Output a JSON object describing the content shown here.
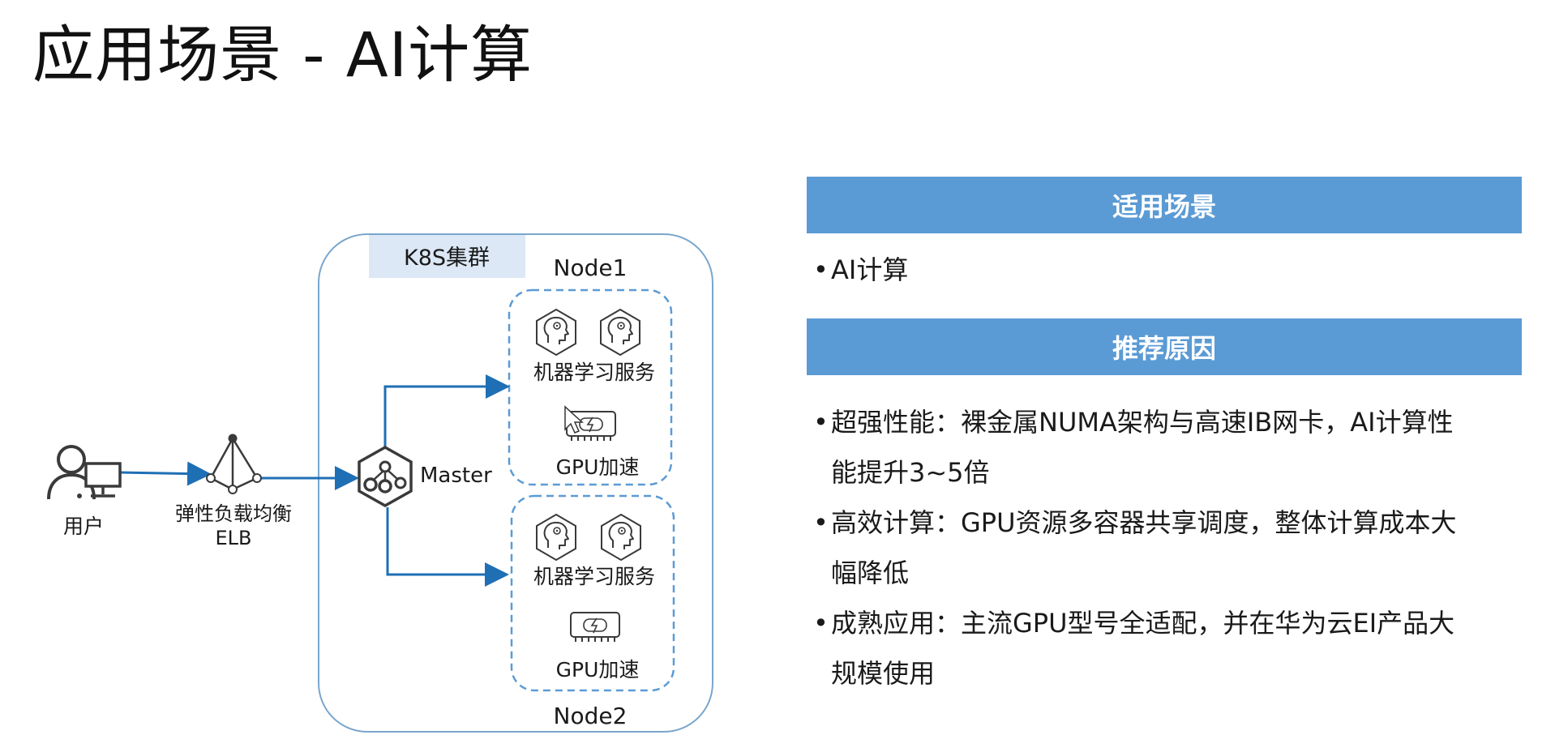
{
  "slide": {
    "title": "应用场景 - AI计算"
  },
  "diagram": {
    "cluster_label": "K8S集群",
    "node1_label": "Node1",
    "node2_label": "Node2",
    "user_label": "用户",
    "elb_label_line1": "弹性负载均衡",
    "elb_label_line2": "ELB",
    "master_label": "Master",
    "ml_service_label": "机器学习服务",
    "gpu_label": "GPU加速",
    "colors": {
      "arrow": "#1f6fb5",
      "cluster_border": "#7aa6cc",
      "node_border": "#5b9bd5",
      "cluster_tag_bg": "#dce8f5",
      "icon_stroke": "#3a3a3a"
    }
  },
  "panel": {
    "scenario_header": "适用场景",
    "scenario_items": [
      "AI计算"
    ],
    "reasons_header": "推荐原因",
    "reasons": [
      {
        "line1": "超强性能：裸金属NUMA架构与高速IB网卡，AI计算性",
        "line2": "能提升3~5倍"
      },
      {
        "line1": "高效计算：GPU资源多容器共享调度，整体计算成本大",
        "line2": "幅降低"
      },
      {
        "line1": "成熟应用：主流GPU型号全适配，并在华为云EI产品大",
        "line2": "规模使用"
      }
    ],
    "header_color": "#5b9bd5"
  }
}
